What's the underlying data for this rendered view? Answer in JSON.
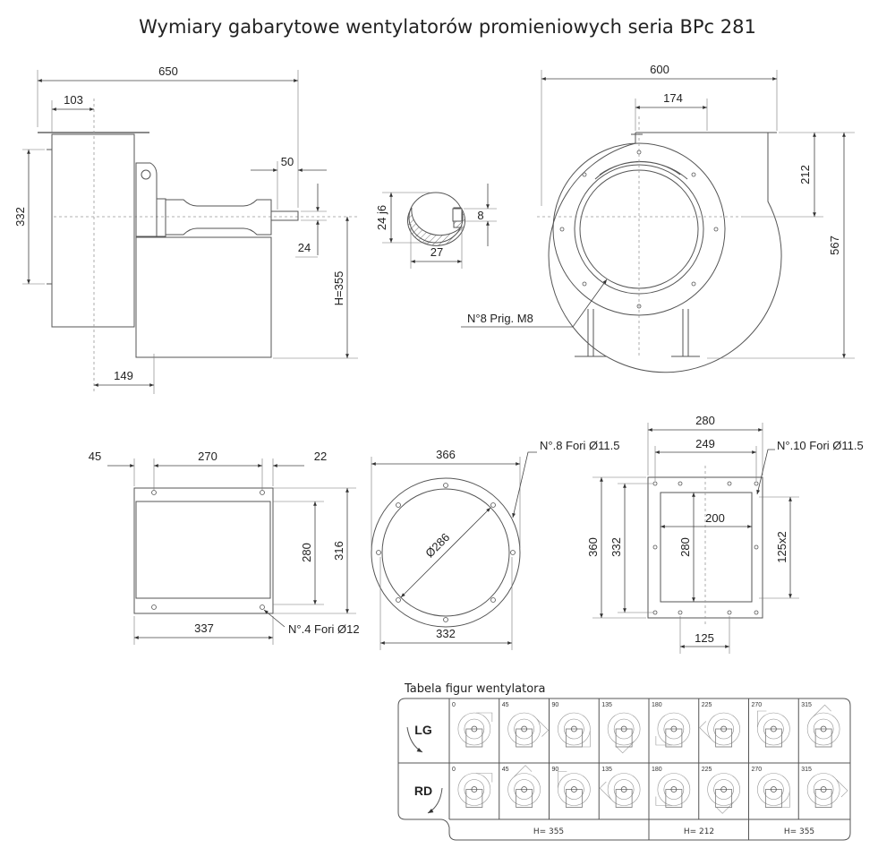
{
  "title": "Wymiary gabarytowe wentylatorów promieniowych seria BPc 281",
  "side_view": {
    "d650": "650",
    "d103": "103",
    "d332": "332",
    "d50": "50",
    "d24": "24",
    "h355": "H=355",
    "d149": "149"
  },
  "shaft": {
    "d24j6": "24 j6",
    "d8": "8",
    "d27": "27"
  },
  "front_view": {
    "d600": "600",
    "d174": "174",
    "d212": "212",
    "d567": "567",
    "note": "N°8 Prig. M8"
  },
  "outlet_flange": {
    "d45": "45",
    "d270": "270",
    "d22": "22",
    "d280": "280",
    "d316": "316",
    "d337": "337",
    "note": "N°.4 Fori Ø12"
  },
  "inlet_flange": {
    "d366": "366",
    "note": "N°.8 Fori Ø11.5",
    "d286": "Ø286",
    "d332": "332"
  },
  "square_flange": {
    "d280": "280",
    "d249": "249",
    "note": "N°.10 Fori Ø11.5",
    "d360": "360",
    "d332": "332",
    "d200": "200",
    "d280v": "280",
    "d125x2": "125x2",
    "d125": "125"
  },
  "table": {
    "title": "Tabela figur wentylatora",
    "rows": [
      "LG",
      "RD"
    ],
    "angles": [
      "0",
      "45",
      "90",
      "135",
      "180",
      "225",
      "270",
      "315"
    ],
    "footer": [
      "H= 355",
      "H= 212",
      "H= 355"
    ]
  }
}
